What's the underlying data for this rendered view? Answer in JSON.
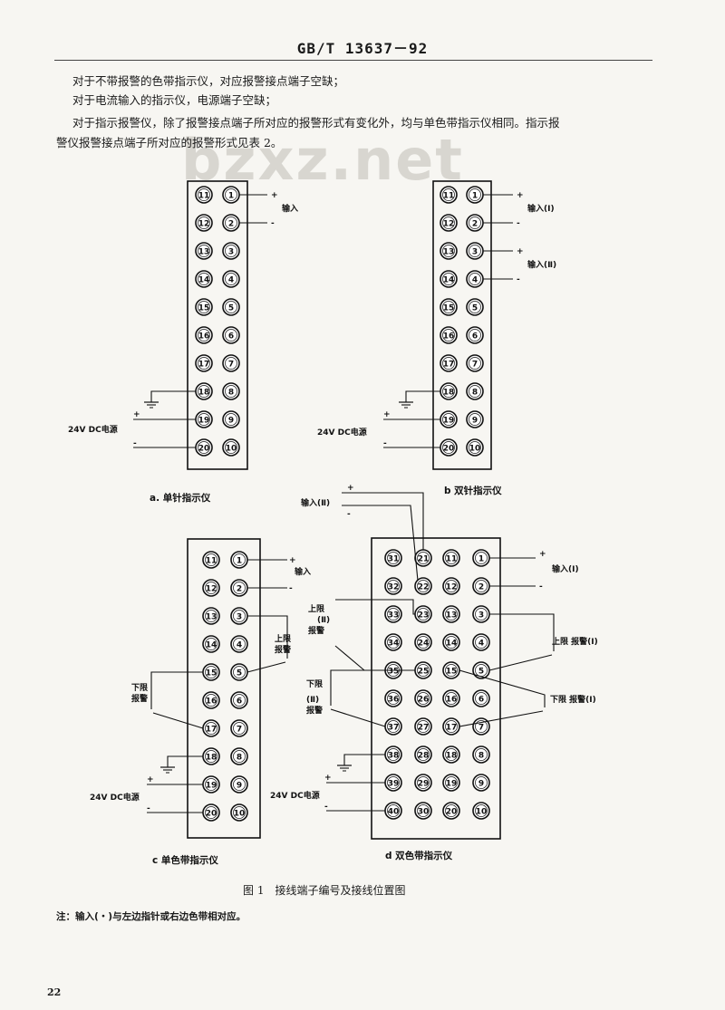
{
  "header": {
    "code": "GB/T 13637－92"
  },
  "watermark": "bzxz.net",
  "paragraphs": [
    "对于不带报警的色带指示仪，对应报警接点端子空缺；",
    "对于电流输入的指示仪，电源端子空缺；",
    "对于指示报警仪，除了报警接点端子所对应的报警形式有变化外，均与单色带指示仪相同。指示报",
    "警仪报警接点端子所对应的报警形式见表 2。"
  ],
  "diagrams": {
    "a": {
      "caption": "a. 单针指示仪",
      "left_col": [
        "11",
        "12",
        "13",
        "14",
        "15",
        "16",
        "17",
        "18",
        "19",
        "20"
      ],
      "right_col": [
        "1",
        "2",
        "3",
        "4",
        "5",
        "6",
        "7",
        "8",
        "9",
        "10"
      ],
      "input_label": "输入",
      "power_label": "24V DC电源"
    },
    "b": {
      "caption": "b 双针指示仪",
      "left_col": [
        "11",
        "12",
        "13",
        "14",
        "15",
        "16",
        "17",
        "18",
        "19",
        "20"
      ],
      "right_col": [
        "1",
        "2",
        "3",
        "4",
        "5",
        "6",
        "7",
        "8",
        "9",
        "10"
      ],
      "input1_label": "输入(Ⅰ)",
      "input2_label": "输入(Ⅱ)",
      "power_label": "24V DC电源"
    },
    "c": {
      "caption": "c 单色带指示仪",
      "left_col": [
        "11",
        "12",
        "13",
        "14",
        "15",
        "16",
        "17",
        "18",
        "19",
        "20"
      ],
      "right_col": [
        "1",
        "2",
        "3",
        "4",
        "5",
        "6",
        "7",
        "8",
        "9",
        "10"
      ],
      "input_label": "输入",
      "upper_label_1": "上限",
      "upper_label_2": "报警",
      "lower_label_1": "下限",
      "lower_label_2": "报警",
      "power_label": "24V DC电源"
    },
    "d": {
      "caption": "d 双色带指示仪",
      "col1": [
        "31",
        "32",
        "33",
        "34",
        "35",
        "36",
        "37",
        "38",
        "39",
        "40"
      ],
      "col2": [
        "21",
        "22",
        "23",
        "24",
        "25",
        "26",
        "27",
        "28",
        "29",
        "30"
      ],
      "col3": [
        "11",
        "12",
        "13",
        "14",
        "15",
        "16",
        "17",
        "18",
        "19",
        "20"
      ],
      "col4": [
        "1",
        "2",
        "3",
        "4",
        "5",
        "6",
        "7",
        "8",
        "9",
        "10"
      ],
      "input1_label": "输入(Ⅰ)",
      "input2_label": "输入(Ⅱ)",
      "upper2_label_1": "上限",
      "upper2_label_2": "(Ⅱ)",
      "upper2_label_3": "报警",
      "upper1_label": "上限 报警(Ⅰ)",
      "lower2_label_1": "下限",
      "lower2_label_2": "报警",
      "lower2_label_3": "(Ⅱ)",
      "lower1_label": "下限 报警(Ⅰ)",
      "power_label": "24V DC电源"
    }
  },
  "plus": "+",
  "minus": "-",
  "figure_title": "图 1　接线端子编号及接线位置图",
  "note": "注：输入(・)与左边指针或右边色带相对应。",
  "page_number": "22"
}
